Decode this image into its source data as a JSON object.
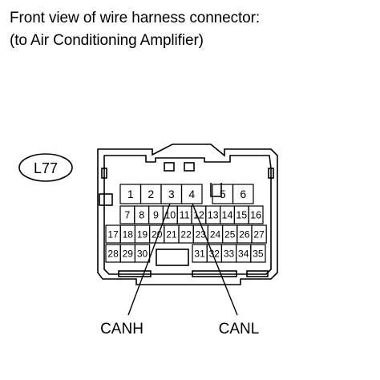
{
  "title": {
    "line1": "Front view of wire harness connector:",
    "line2": "(to Air Conditioning Amplifier)"
  },
  "connector": {
    "code": "L77",
    "rows": [
      [
        "1",
        "2",
        "3",
        "4",
        "",
        "5",
        "6"
      ],
      [
        "7",
        "8",
        "9",
        "10",
        "11",
        "12",
        "13",
        "14",
        "15",
        "16"
      ],
      [
        "17",
        "18",
        "19",
        "20",
        "21",
        "22",
        "23",
        "24",
        "25",
        "26",
        "27"
      ],
      [
        "28",
        "29",
        "30",
        "31",
        "32",
        "33",
        "34",
        "35"
      ]
    ]
  },
  "signals": [
    {
      "name": "CANH",
      "pin": "3"
    },
    {
      "name": "CANL",
      "pin": "4"
    }
  ],
  "colors": {
    "line": "#000000",
    "background": "#ffffff"
  }
}
